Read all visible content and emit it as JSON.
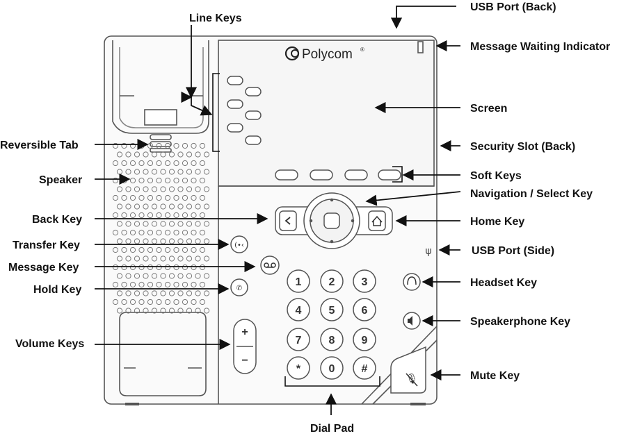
{
  "brand": {
    "name": "Polycom",
    "mark": "®"
  },
  "labels": {
    "usb_port_back": "USB Port (Back)",
    "line_keys": "Line Keys",
    "message_waiting_indicator": "Message Waiting Indicator",
    "screen": "Screen",
    "reversible_tab": "Reversible Tab",
    "security_slot_back": "Security Slot (Back)",
    "speaker": "Speaker",
    "soft_keys": "Soft Keys",
    "navigation_select_key": "Navigation / Select Key",
    "back_key": "Back Key",
    "home_key": "Home Key",
    "transfer_key": "Transfer Key",
    "usb_port_side": "USB Port (Side)",
    "message_key": "Message Key",
    "hold_key": "Hold Key",
    "headset_key": "Headset Key",
    "speakerphone_key": "Speakerphone Key",
    "volume_keys": "Volume Keys",
    "mute_key": "Mute Key",
    "dial_pad": "Dial Pad"
  },
  "dialpad": {
    "keys": [
      "1",
      "2",
      "3",
      "4",
      "5",
      "6",
      "7",
      "8",
      "9",
      "*",
      "0",
      "#"
    ]
  },
  "volume": {
    "plus": "+",
    "minus": "−"
  },
  "icons": {
    "back": "chevron-left-icon",
    "home": "home-icon",
    "transfer": "transfer-icon",
    "message": "voicemail-icon",
    "hold": "hold-icon",
    "headset": "headset-icon",
    "speakerphone": "speaker-icon",
    "mute": "mute-mic-icon",
    "usb": "usb-icon",
    "logo": "polycom-logo-icon"
  }
}
